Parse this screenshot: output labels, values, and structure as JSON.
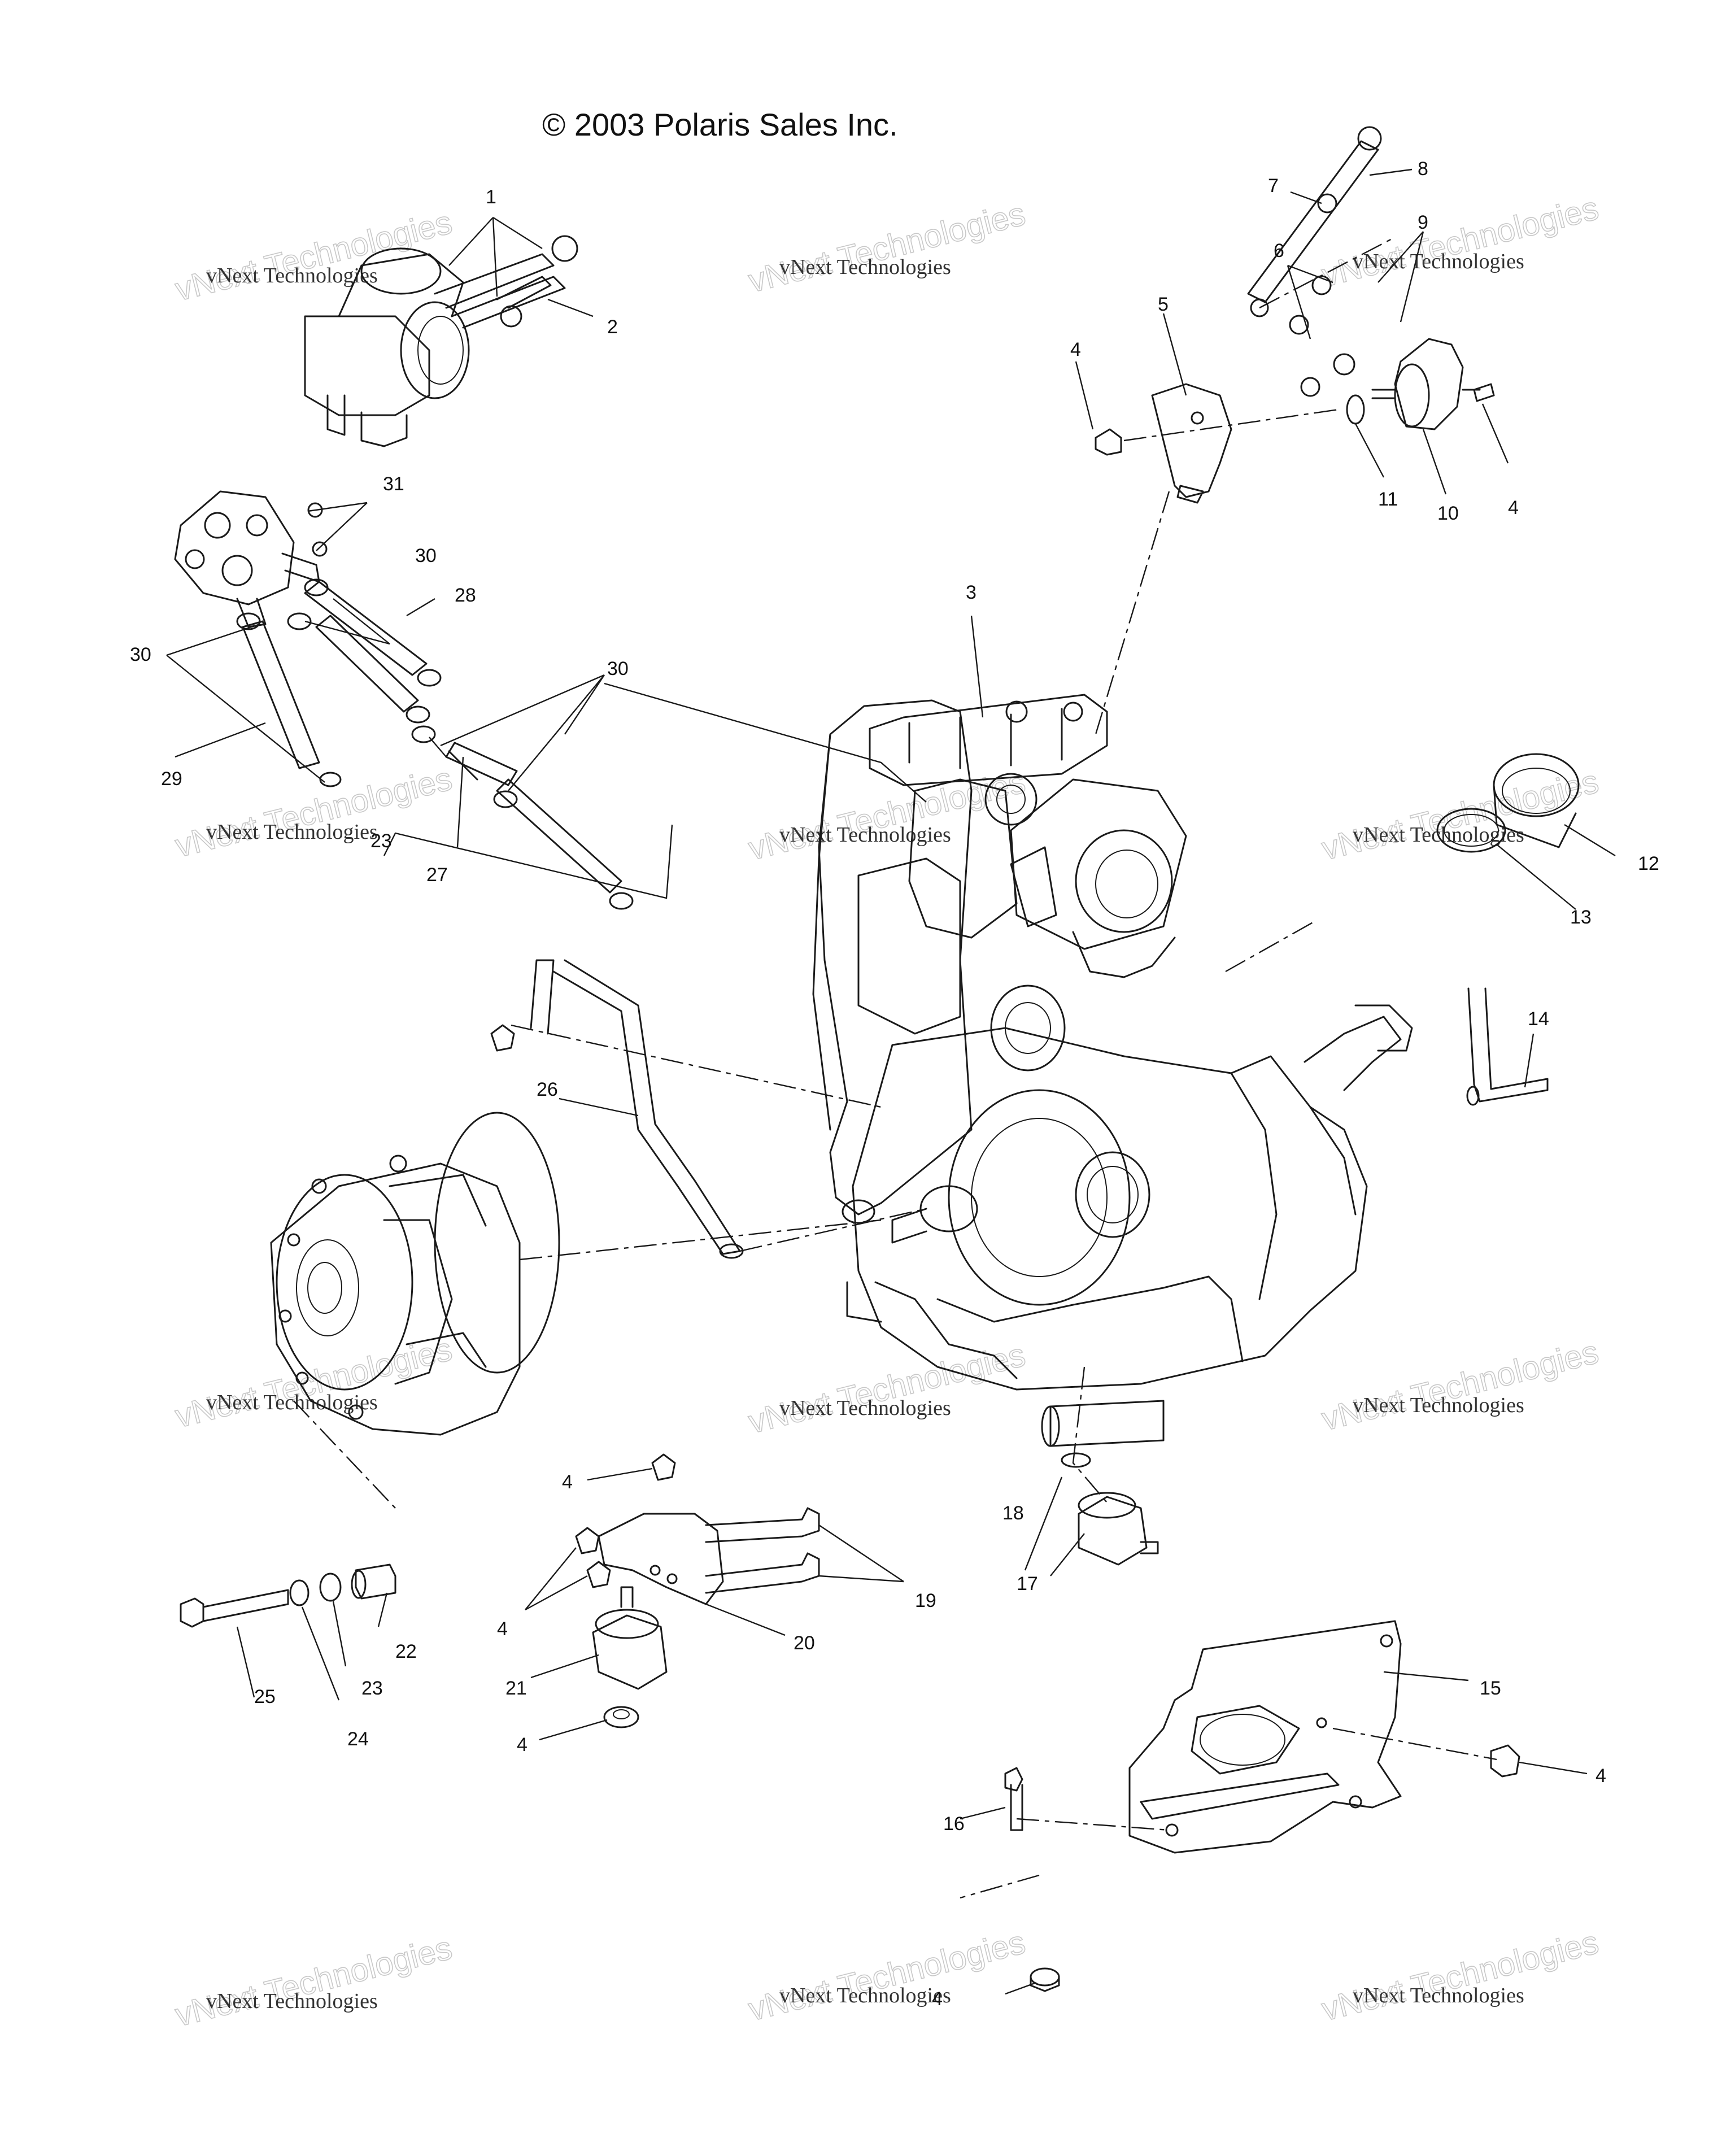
{
  "copyright": "© 2003 Polaris Sales Inc.",
  "watermark": {
    "line1": "vNext Technologies",
    "line2": "vNext Technologies"
  },
  "callouts": [
    {
      "id": "c1",
      "text": "1"
    },
    {
      "id": "c2",
      "text": "2"
    },
    {
      "id": "c3",
      "text": "3"
    },
    {
      "id": "c4a",
      "text": "4"
    },
    {
      "id": "c4b",
      "text": "4"
    },
    {
      "id": "c4c",
      "text": "4"
    },
    {
      "id": "c4d",
      "text": "4"
    },
    {
      "id": "c4e",
      "text": "4"
    },
    {
      "id": "c4f",
      "text": "4"
    },
    {
      "id": "c4g",
      "text": "4"
    },
    {
      "id": "c5",
      "text": "5"
    },
    {
      "id": "c6",
      "text": "6"
    },
    {
      "id": "c7",
      "text": "7"
    },
    {
      "id": "c8",
      "text": "8"
    },
    {
      "id": "c9",
      "text": "9"
    },
    {
      "id": "c10",
      "text": "10"
    },
    {
      "id": "c11",
      "text": "11"
    },
    {
      "id": "c12",
      "text": "12"
    },
    {
      "id": "c13",
      "text": "13"
    },
    {
      "id": "c14",
      "text": "14"
    },
    {
      "id": "c15",
      "text": "15"
    },
    {
      "id": "c16",
      "text": "16"
    },
    {
      "id": "c17",
      "text": "17"
    },
    {
      "id": "c18",
      "text": "18"
    },
    {
      "id": "c19",
      "text": "19"
    },
    {
      "id": "c20",
      "text": "20"
    },
    {
      "id": "c21",
      "text": "21"
    },
    {
      "id": "c22",
      "text": "22"
    },
    {
      "id": "c23",
      "text": "23"
    },
    {
      "id": "c24",
      "text": "24"
    },
    {
      "id": "c25",
      "text": "25"
    },
    {
      "id": "c26",
      "text": "26"
    },
    {
      "id": "c27",
      "text": "27"
    },
    {
      "id": "c28",
      "text": "28"
    },
    {
      "id": "c29",
      "text": "29"
    },
    {
      "id": "c30a",
      "text": "30"
    },
    {
      "id": "c30b",
      "text": "30"
    },
    {
      "id": "c30c",
      "text": "30"
    },
    {
      "id": "c31",
      "text": "31"
    },
    {
      "id": "c23b",
      "text": "23"
    }
  ]
}
